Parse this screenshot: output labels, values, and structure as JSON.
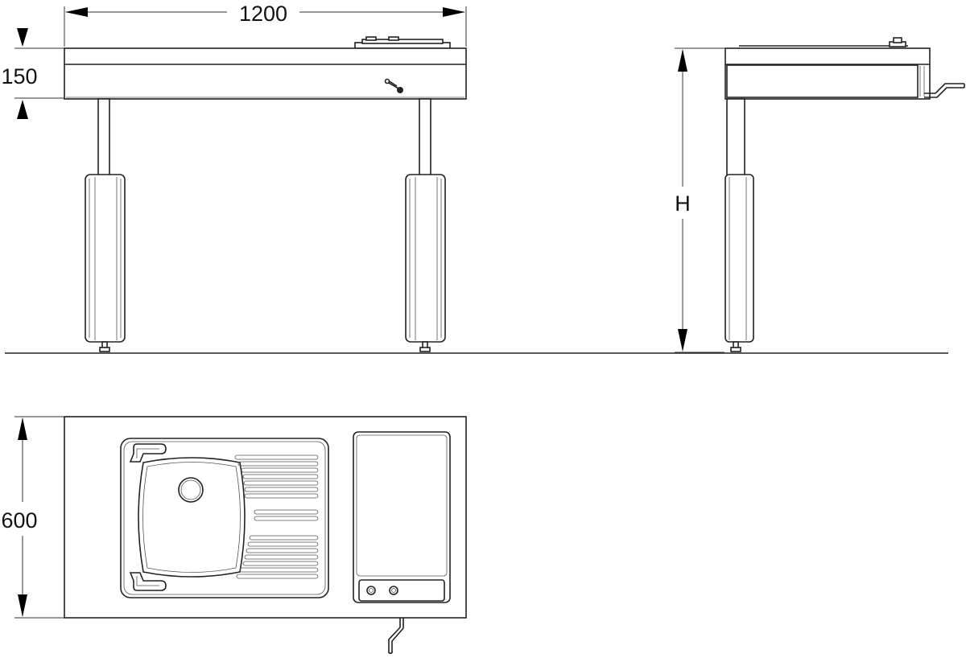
{
  "dimensions": {
    "width_label": "1200",
    "countertop_height_label": "150",
    "overall_height_label": "H",
    "depth_label": "600"
  },
  "views": {
    "front": "front-elevation",
    "side": "side-elevation",
    "top": "plan-view"
  }
}
